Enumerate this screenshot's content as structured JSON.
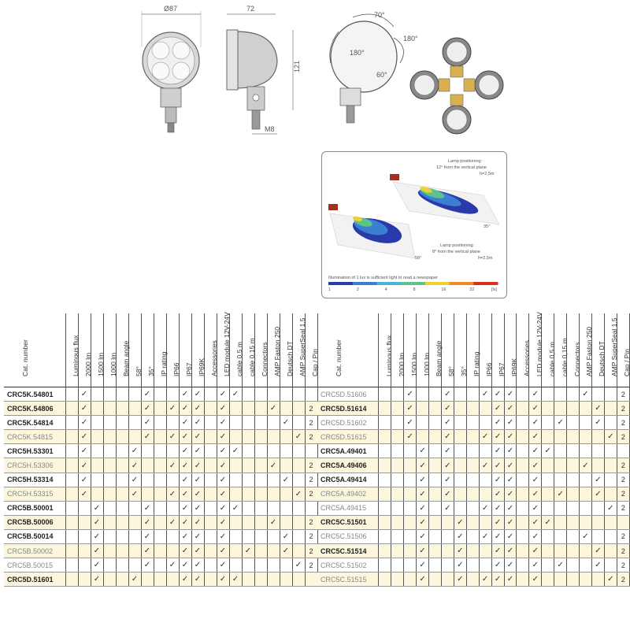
{
  "drawing": {
    "dims": {
      "diameter": "Ø87",
      "depth": "72",
      "height": "121",
      "thread": "M8"
    },
    "angles": {
      "up": "70°",
      "side": "180°",
      "left": "180°",
      "down": "60°"
    }
  },
  "lux_box": {
    "title1": "Lamp positioning:",
    "sub1": "12° from the vertical plane",
    "h1": "h=2,5m",
    "title2": "Lamp positioning:",
    "sub2": "8° from the vertical plane",
    "h2": "h=2,5m",
    "angle1": "35°",
    "angle2": "58°",
    "note": "Illumination of 1 lux is sufficient light to read a newspaper",
    "scale": [
      "1",
      "2",
      "4",
      "8",
      "16",
      "32",
      "[lx]"
    ],
    "scale_colors": [
      "#2a3aa8",
      "#3a7fd0",
      "#48b5d8",
      "#5cc48a",
      "#f0d030",
      "#f08a20",
      "#d83020"
    ]
  },
  "table": {
    "headers": [
      "Cat. number",
      "Luminous flux",
      "2000 lm",
      "1500 lm",
      "1000 lm",
      "Beam angle",
      "58°",
      "35°",
      "IP rating",
      "IP66",
      "IP67",
      "IP69K",
      "Accessories",
      "LED module 12V-24V",
      "cable 0,5 m",
      "cable 0,15 m",
      "Connectors",
      "AMP Faston 250",
      "Deutsch DT",
      "AMP SuperSeal 1,5",
      "Cap / Pin"
    ],
    "check": "✓",
    "left_rows": [
      {
        "cat": "CRC5K.54801",
        "s": "b",
        "c": [
          0,
          1,
          0,
          0,
          0,
          0,
          1,
          0,
          0,
          1,
          1,
          0,
          1,
          1,
          0,
          0,
          0,
          0,
          0,
          ""
        ]
      },
      {
        "cat": "CRC5K.54806",
        "s": "b",
        "c": [
          0,
          1,
          0,
          0,
          0,
          0,
          1,
          0,
          1,
          1,
          1,
          0,
          1,
          0,
          0,
          0,
          1,
          0,
          0,
          "2"
        ]
      },
      {
        "cat": "CRC5K.54814",
        "s": "b",
        "c": [
          0,
          1,
          0,
          0,
          0,
          0,
          1,
          0,
          0,
          1,
          1,
          0,
          1,
          0,
          0,
          0,
          0,
          1,
          0,
          "2"
        ]
      },
      {
        "cat": "CRC5K.54815",
        "s": "l",
        "c": [
          0,
          1,
          0,
          0,
          0,
          0,
          1,
          0,
          1,
          1,
          1,
          0,
          1,
          0,
          0,
          0,
          0,
          0,
          1,
          "2"
        ]
      },
      {
        "cat": "CRC5H.53301",
        "s": "b",
        "c": [
          0,
          1,
          0,
          0,
          0,
          1,
          0,
          0,
          0,
          1,
          1,
          0,
          1,
          1,
          0,
          0,
          0,
          0,
          0,
          ""
        ]
      },
      {
        "cat": "CRC5H.53306",
        "s": "l",
        "c": [
          0,
          1,
          0,
          0,
          0,
          1,
          0,
          0,
          1,
          1,
          1,
          0,
          1,
          0,
          0,
          0,
          1,
          0,
          0,
          "2"
        ]
      },
      {
        "cat": "CRC5H.53314",
        "s": "b",
        "c": [
          0,
          1,
          0,
          0,
          0,
          1,
          0,
          0,
          0,
          1,
          1,
          0,
          1,
          0,
          0,
          0,
          0,
          1,
          0,
          "2"
        ]
      },
      {
        "cat": "CRC5H.53315",
        "s": "l",
        "c": [
          0,
          1,
          0,
          0,
          0,
          1,
          0,
          0,
          1,
          1,
          1,
          0,
          1,
          0,
          0,
          0,
          0,
          0,
          1,
          "2"
        ]
      },
      {
        "cat": "CRC5B.50001",
        "s": "b",
        "c": [
          0,
          0,
          1,
          0,
          0,
          0,
          1,
          0,
          0,
          1,
          1,
          0,
          1,
          1,
          0,
          0,
          0,
          0,
          0,
          ""
        ]
      },
      {
        "cat": "CRC5B.50006",
        "s": "b",
        "c": [
          0,
          0,
          1,
          0,
          0,
          0,
          1,
          0,
          1,
          1,
          1,
          0,
          1,
          0,
          0,
          0,
          1,
          0,
          0,
          "2"
        ]
      },
      {
        "cat": "CRC5B.50014",
        "s": "b",
        "c": [
          0,
          0,
          1,
          0,
          0,
          0,
          1,
          0,
          0,
          1,
          1,
          0,
          1,
          0,
          0,
          0,
          0,
          1,
          0,
          "2"
        ]
      },
      {
        "cat": "CRC5B.50002",
        "s": "l",
        "c": [
          0,
          0,
          1,
          0,
          0,
          0,
          1,
          0,
          0,
          1,
          1,
          0,
          1,
          0,
          1,
          0,
          0,
          1,
          0,
          "2"
        ]
      },
      {
        "cat": "CRC5B.50015",
        "s": "l",
        "c": [
          0,
          0,
          1,
          0,
          0,
          0,
          1,
          0,
          1,
          1,
          1,
          0,
          1,
          0,
          0,
          0,
          0,
          0,
          1,
          "2"
        ]
      },
      {
        "cat": "CRC5D.51601",
        "s": "b",
        "c": [
          0,
          0,
          1,
          0,
          0,
          1,
          0,
          0,
          0,
          1,
          1,
          0,
          1,
          1,
          0,
          0,
          0,
          0,
          0,
          ""
        ]
      }
    ],
    "right_rows": [
      {
        "cat": "CRC5D.51606",
        "s": "l",
        "c": [
          0,
          0,
          1,
          0,
          0,
          1,
          0,
          0,
          1,
          1,
          1,
          0,
          1,
          0,
          0,
          0,
          1,
          0,
          0,
          "2"
        ]
      },
      {
        "cat": "CRC5D.51614",
        "s": "b",
        "c": [
          0,
          0,
          1,
          0,
          0,
          1,
          0,
          0,
          0,
          1,
          1,
          0,
          1,
          0,
          0,
          0,
          0,
          1,
          0,
          "2"
        ]
      },
      {
        "cat": "CRC5D.51602",
        "s": "l",
        "c": [
          0,
          0,
          1,
          0,
          0,
          1,
          0,
          0,
          0,
          1,
          1,
          0,
          1,
          0,
          1,
          0,
          0,
          1,
          0,
          "2"
        ]
      },
      {
        "cat": "CRC5D.51615",
        "s": "l",
        "c": [
          0,
          0,
          1,
          0,
          0,
          1,
          0,
          0,
          1,
          1,
          1,
          0,
          1,
          0,
          0,
          0,
          0,
          0,
          1,
          "2"
        ]
      },
      {
        "cat": "CRC5A.49401",
        "s": "b",
        "c": [
          0,
          0,
          0,
          1,
          0,
          1,
          0,
          0,
          0,
          1,
          1,
          0,
          1,
          1,
          0,
          0,
          0,
          0,
          0,
          ""
        ]
      },
      {
        "cat": "CRC5A.49406",
        "s": "b",
        "c": [
          0,
          0,
          0,
          1,
          0,
          1,
          0,
          0,
          1,
          1,
          1,
          0,
          1,
          0,
          0,
          0,
          1,
          0,
          0,
          "2"
        ]
      },
      {
        "cat": "CRC5A.49414",
        "s": "b",
        "c": [
          0,
          0,
          0,
          1,
          0,
          1,
          0,
          0,
          0,
          1,
          1,
          0,
          1,
          0,
          0,
          0,
          0,
          1,
          0,
          "2"
        ]
      },
      {
        "cat": "CRC5A.49402",
        "s": "l",
        "c": [
          0,
          0,
          0,
          1,
          0,
          1,
          0,
          0,
          0,
          1,
          1,
          0,
          1,
          0,
          1,
          0,
          0,
          1,
          0,
          "2"
        ]
      },
      {
        "cat": "CRC5A.49415",
        "s": "l",
        "c": [
          0,
          0,
          0,
          1,
          0,
          1,
          0,
          0,
          1,
          1,
          1,
          0,
          1,
          0,
          0,
          0,
          0,
          0,
          1,
          "2"
        ]
      },
      {
        "cat": "CRC5C.51501",
        "s": "b",
        "c": [
          0,
          0,
          0,
          1,
          0,
          0,
          1,
          0,
          0,
          1,
          1,
          0,
          1,
          1,
          0,
          0,
          0,
          0,
          0,
          ""
        ]
      },
      {
        "cat": "CRC5C.51506",
        "s": "l",
        "c": [
          0,
          0,
          0,
          1,
          0,
          0,
          1,
          0,
          1,
          1,
          1,
          0,
          1,
          0,
          0,
          0,
          1,
          0,
          0,
          "2"
        ]
      },
      {
        "cat": "CRC5C.51514",
        "s": "b",
        "c": [
          0,
          0,
          0,
          1,
          0,
          0,
          1,
          0,
          0,
          1,
          1,
          0,
          1,
          0,
          0,
          0,
          0,
          1,
          0,
          "2"
        ]
      },
      {
        "cat": "CRC5C.51502",
        "s": "l",
        "c": [
          0,
          0,
          0,
          1,
          0,
          0,
          1,
          0,
          0,
          1,
          1,
          0,
          1,
          0,
          1,
          0,
          0,
          1,
          0,
          "2"
        ]
      },
      {
        "cat": "CRC5C.51515",
        "s": "l",
        "c": [
          0,
          0,
          0,
          1,
          0,
          0,
          1,
          0,
          1,
          1,
          1,
          0,
          1,
          0,
          0,
          0,
          0,
          0,
          1,
          "2"
        ]
      }
    ]
  }
}
